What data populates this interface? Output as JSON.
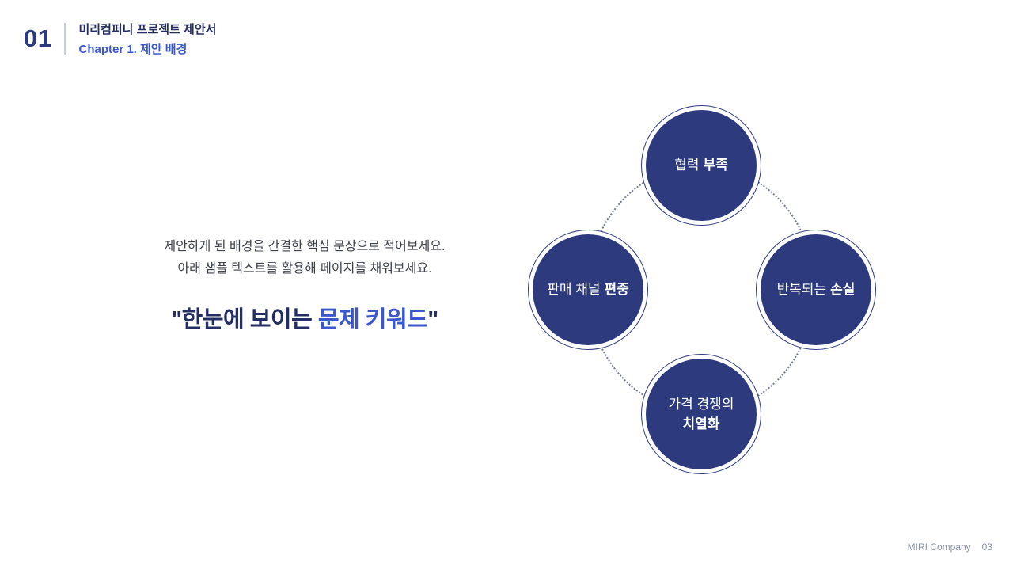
{
  "header": {
    "chapter_number": "01",
    "title": "미리컴퍼니 프로젝트 제안서",
    "subtitle": "Chapter 1. 제안 배경"
  },
  "intro": {
    "description_line1": "제안하게 된 배경을 간결한 핵심 문장으로 적어보세요.",
    "description_line2": "아래 샘플 텍스트를 활용해 페이지를 채워보세요.",
    "headline_prefix": "\"한눈에 보이는 ",
    "headline_accent": "문제 키워드",
    "headline_suffix": "\"",
    "accent_color": "#3a57cd"
  },
  "diagram": {
    "circle_fill_color": "#2e3a7e",
    "circles": [
      {
        "position": "top",
        "label_regular": "협력",
        "label_bold": "부족"
      },
      {
        "position": "left",
        "label_regular": "판매 채널",
        "label_bold": "편중"
      },
      {
        "position": "right",
        "label_regular": "반복되는",
        "label_bold": "손실"
      },
      {
        "position": "bottom",
        "label_regular": "가격 경쟁의",
        "label_bold": "치열화"
      }
    ]
  },
  "footer": {
    "company": "MIRI Company",
    "page_number": "03"
  }
}
